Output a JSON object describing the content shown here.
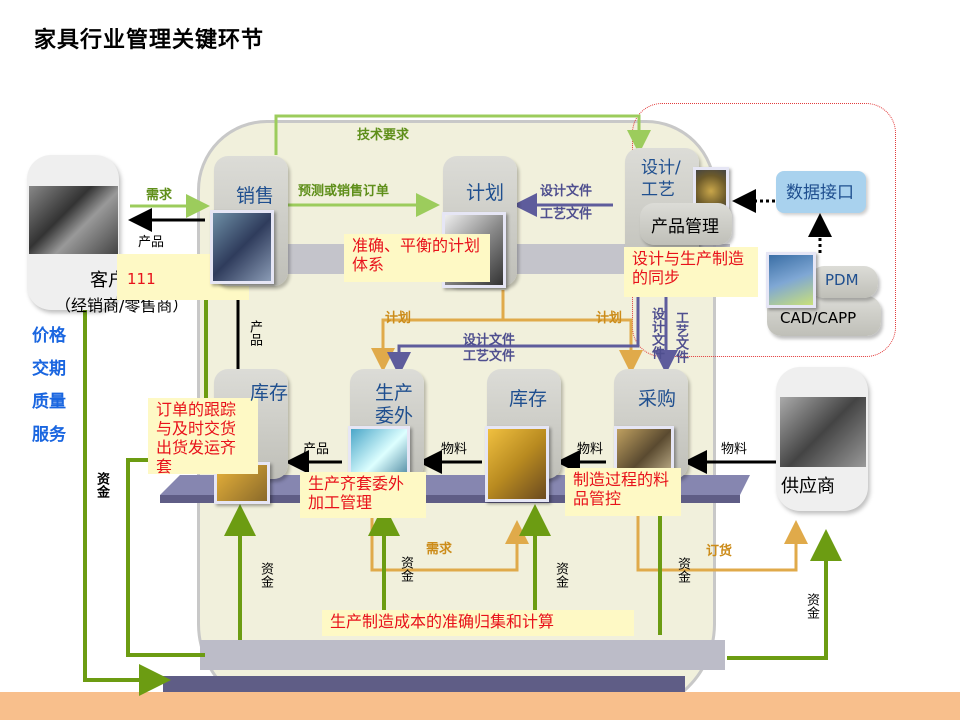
{
  "title": "家具行业管理关键环节",
  "colors": {
    "green_flow": "#6c9c12",
    "light_green_flow": "#9ccc5c",
    "blue_flow": "#5e5c9c",
    "orange_flow": "#e0aa4a",
    "note_text": "#e8121b",
    "node_text": "#1f4f8f",
    "footer": "#f8bf8c"
  },
  "customer": {
    "label": "客户",
    "sublabel": "（经销商/零售商）",
    "overlay_text": "111"
  },
  "supplier": {
    "label": "供应商"
  },
  "nodes": {
    "sales": "销售",
    "plan": "计划",
    "design": "设计/工艺",
    "product_mgmt": "产品管理",
    "data_interface": "数据接口",
    "pdm": "PDM",
    "cad_capp": "CAD/CAPP",
    "inventory_left": "库存",
    "production": "生产委外",
    "inventory_mid": "库存",
    "purchase": "采购"
  },
  "side_list": [
    "价格",
    "交期",
    "质量",
    "服务"
  ],
  "flow_labels": {
    "demand_customer": "需求",
    "product_customer": "产品",
    "forecast_orders": "预测或销售订单",
    "tech_requirements": "技术要求",
    "design_docs": "设计文件",
    "process_docs": "工艺文件",
    "plan_left": "计划",
    "plan_right": "计划",
    "design_docs_mid": "设计文件",
    "process_docs_mid": "工艺文件",
    "design_docs_vert": "设计文件",
    "process_docs_vert": "工艺文件",
    "product_up": "产品",
    "product_left": "产品",
    "material_1": "物料",
    "material_2": "物料",
    "material_3": "物料",
    "demand_bottom": "需求",
    "order_goods": "订货",
    "funds_1": "资金",
    "funds_2": "资金",
    "funds_3": "资金",
    "funds_4": "资金",
    "funds_5": "资金",
    "funds_6": "资金"
  },
  "notes": {
    "plan_system": "准确、平衡的计划体系",
    "design_sync": "设计与生产制造的同步",
    "order_tracking": "订单的跟踪与及时交货出货发运齐套",
    "production_kit": "生产齐套委外加工管理",
    "material_control": "制造过程的料品管控",
    "cost_accounting": "生产制造成本的准确归集和计算"
  }
}
